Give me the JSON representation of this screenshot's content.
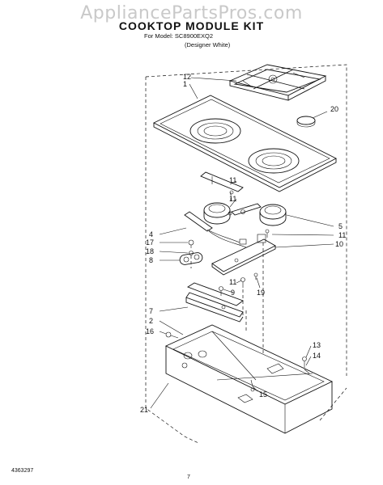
{
  "watermark": "AppliancePartsPros.com",
  "title": "COOKTOP MODULE KIT",
  "model_line": "For Model: SC8900EXQ2",
  "variant_line": "(Designer White)",
  "doc_number": "4363297",
  "page_number": "7",
  "part_labels": {
    "p12": "12",
    "p1": "1",
    "p20": "20",
    "p11a": "11",
    "p11b": "11",
    "p5": "5",
    "p11c": "11",
    "p10": "10",
    "p4": "4",
    "p17": "17",
    "p18": "18",
    "p8": "8",
    "p11d": "11",
    "p9": "9",
    "p19": "19",
    "p7": "7",
    "p2": "2",
    "p16": "16",
    "p13": "13",
    "p14": "14",
    "p15": "15",
    "p21": "21"
  }
}
